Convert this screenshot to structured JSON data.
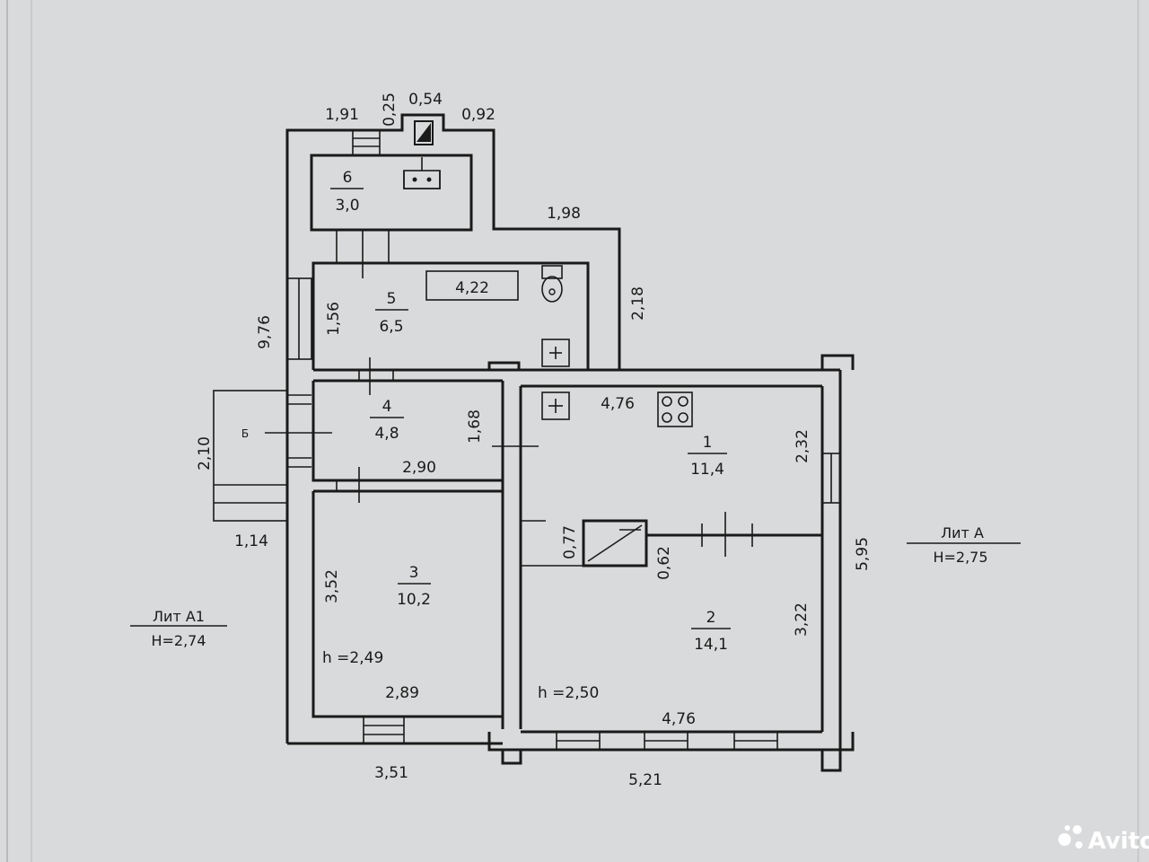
{
  "rooms": [
    {
      "id": "1",
      "area": "11,4"
    },
    {
      "id": "2",
      "area": "14,1"
    },
    {
      "id": "3",
      "area": "10,2"
    },
    {
      "id": "4",
      "area": "4,8"
    },
    {
      "id": "5",
      "area": "6,5"
    },
    {
      "id": "6",
      "area": "3,0"
    }
  ],
  "dimensions": {
    "d_191": "1,91",
    "d_025": "0,25",
    "d_054": "0,54",
    "d_092": "0,92",
    "d_198": "1,98",
    "d_218": "2,18",
    "d_422": "4,22",
    "d_156": "1,56",
    "d_976": "9,76",
    "d_476_top": "4,76",
    "d_168": "1,68",
    "d_232": "2,32",
    "d_290": "2,90",
    "d_210": "2,10",
    "d_114": "1,14",
    "d_077": "0,77",
    "d_062": "0,62",
    "d_595": "5,95",
    "d_352": "3,52",
    "d_322": "3,22",
    "d_289": "2,89",
    "d_476_bottom": "4,76",
    "d_351": "3,51",
    "d_521": "5,21"
  },
  "heights": {
    "room3": "h =2,49",
    "room2": "h =2,50"
  },
  "letters": {
    "lit_a_name": "Лит А",
    "lit_a_height": "Н=2,75",
    "lit_a1_name": "Лит А1",
    "lit_a1_height": "Н=2,74",
    "porch": "Б"
  },
  "watermark": {
    "text": "Avito"
  }
}
